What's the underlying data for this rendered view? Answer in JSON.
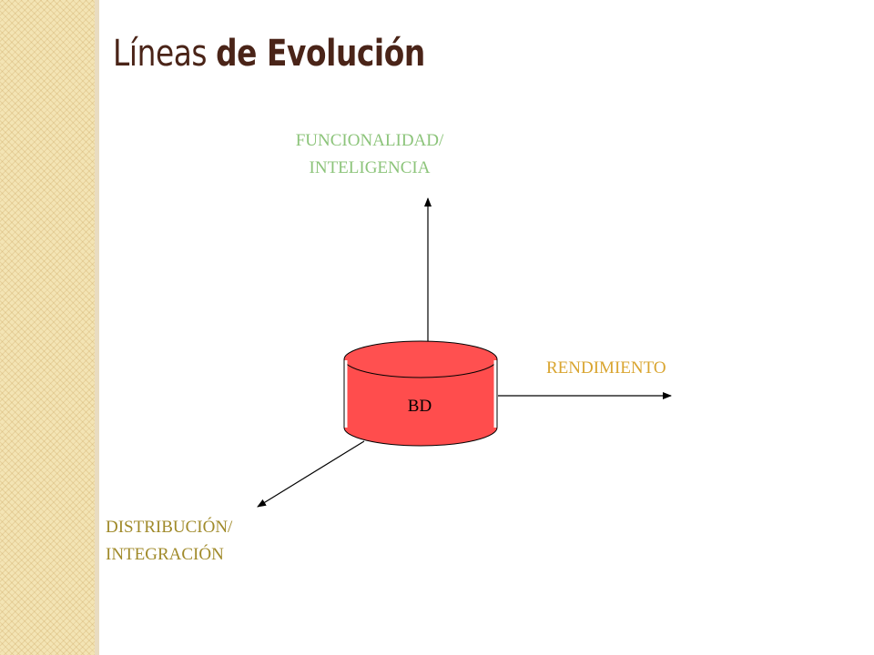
{
  "title": {
    "part1": "Líneas",
    "part2": "de Evolución"
  },
  "diagram": {
    "center_label": "BD",
    "axes": {
      "up": {
        "line1": "FUNCIONALIDAD/",
        "line2": "INTELIGENCIA"
      },
      "right": {
        "line1": "RENDIMIENTO"
      },
      "down_left": {
        "line1": "DISTRIBUCIÓN/",
        "line2": "INTEGRACIÓN"
      }
    },
    "colors": {
      "cylinder_fill": "#ff4d4d",
      "up_label": "#8cc47a",
      "right_label": "#d9a530",
      "down_label": "#a08a2a",
      "title": "#4a2418"
    }
  }
}
